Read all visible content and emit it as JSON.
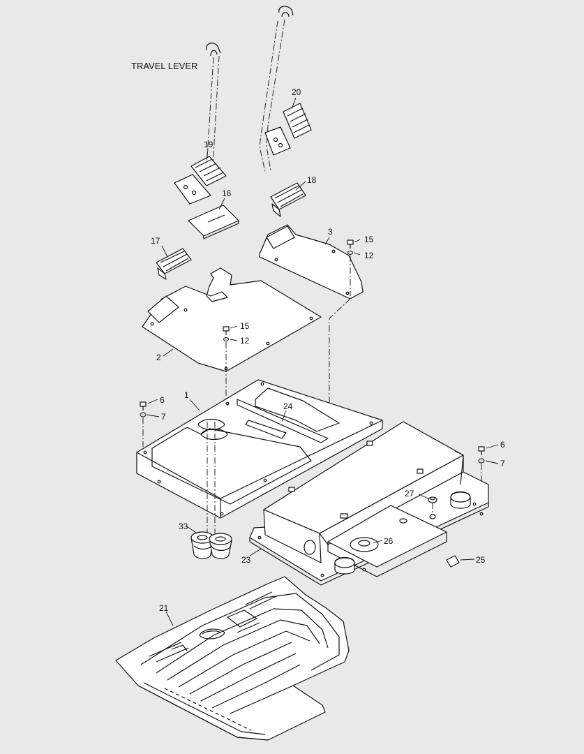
{
  "title": "TRAVEL LEVER",
  "callouts": [
    {
      "id": "c20",
      "text": "20"
    },
    {
      "id": "c19",
      "text": "19"
    },
    {
      "id": "c18",
      "text": "18"
    },
    {
      "id": "c16",
      "text": "16"
    },
    {
      "id": "c3",
      "text": "3"
    },
    {
      "id": "c15a",
      "text": "15"
    },
    {
      "id": "c12a",
      "text": "12"
    },
    {
      "id": "c17",
      "text": "17"
    },
    {
      "id": "c15b",
      "text": "15"
    },
    {
      "id": "c12b",
      "text": "12"
    },
    {
      "id": "c2",
      "text": "2"
    },
    {
      "id": "c6a",
      "text": "6"
    },
    {
      "id": "c7a",
      "text": "7"
    },
    {
      "id": "c1",
      "text": "1"
    },
    {
      "id": "c24",
      "text": "24"
    },
    {
      "id": "c6b",
      "text": "6"
    },
    {
      "id": "c7b",
      "text": "7"
    },
    {
      "id": "c27",
      "text": "27"
    },
    {
      "id": "c33",
      "text": "33"
    },
    {
      "id": "c26",
      "text": "26"
    },
    {
      "id": "c23",
      "text": "23"
    },
    {
      "id": "c25",
      "text": "25"
    },
    {
      "id": "c21",
      "text": "21"
    }
  ]
}
